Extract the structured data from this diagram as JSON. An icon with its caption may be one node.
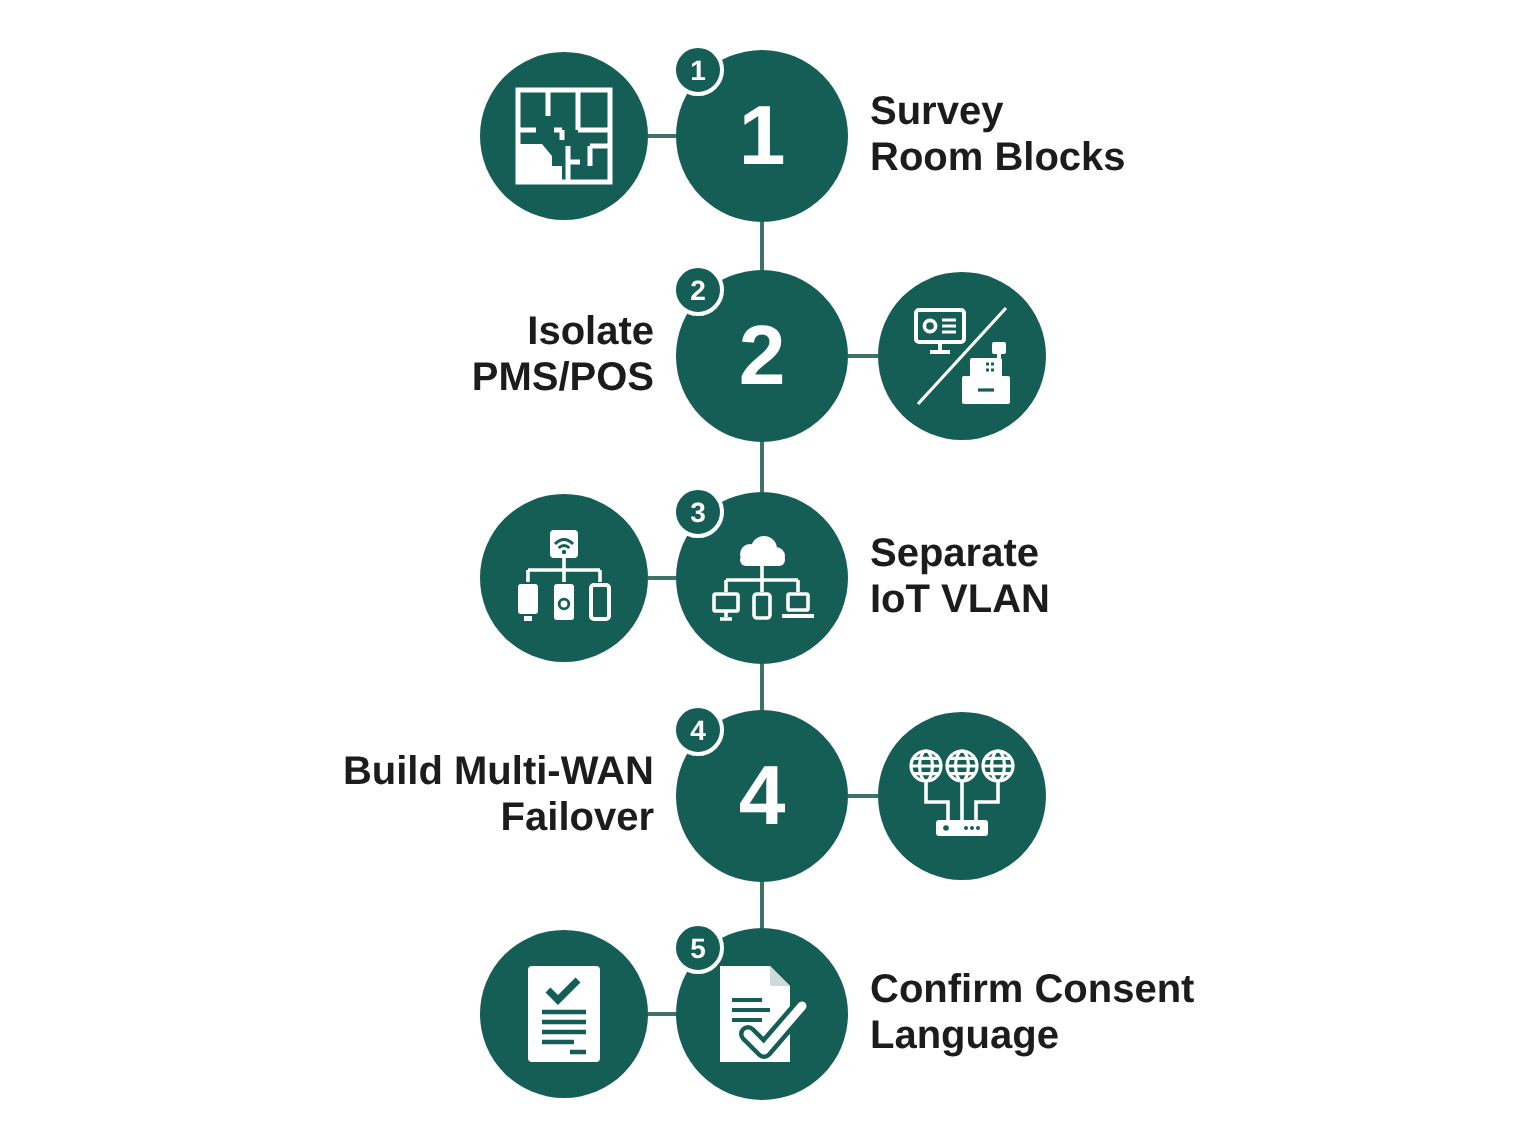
{
  "diagram": {
    "nodes": [
      {
        "text": [],
        "shape": "circle"
      },
      {
        "text": [
          "1"
        ]
      },
      {
        "text": [
          "1"
        ],
        "beside": [
          "Survey Room Blocks"
        ]
      },
      {
        "text": [
          "2"
        ]
      },
      {
        "text": [
          "2"
        ],
        "beside": [
          "Isolate PMS/POS"
        ]
      },
      {
        "text": [],
        "shape": "circle"
      },
      {
        "text": [],
        "shape": "circle"
      },
      {
        "text": [
          "3"
        ]
      },
      {
        "text": [],
        "shape": "circle",
        "beside": [
          "Separate IoT VLAN"
        ]
      },
      {
        "text": [
          "4"
        ]
      },
      {
        "text": [
          "4"
        ],
        "beside": [
          "Build Multi-WAN Failover"
        ]
      },
      {
        "text": [],
        "shape": "circle"
      },
      {
        "text": [],
        "shape": "circle"
      },
      {
        "text": [
          "5"
        ]
      },
      {
        "text": [],
        "shape": "circle",
        "beside": [
          "Confirm Consent Language"
        ]
      }
    ],
    "edges": [
      {
        "from": 0,
        "to": 2,
        "arrow": "none"
      },
      {
        "from": 2,
        "to": 4,
        "arrow": "none"
      },
      {
        "from": 4,
        "to": 5,
        "arrow": "none"
      },
      {
        "from": 4,
        "to": 8,
        "arrow": "none"
      },
      {
        "from": 6,
        "to": 8,
        "arrow": "none"
      },
      {
        "from": 8,
        "to": 10,
        "arrow": "none"
      },
      {
        "from": 10,
        "to": 11,
        "arrow": "none"
      },
      {
        "from": 10,
        "to": 14,
        "arrow": "none"
      },
      {
        "from": 12,
        "to": 14,
        "arrow": "none"
      }
    ]
  }
}
